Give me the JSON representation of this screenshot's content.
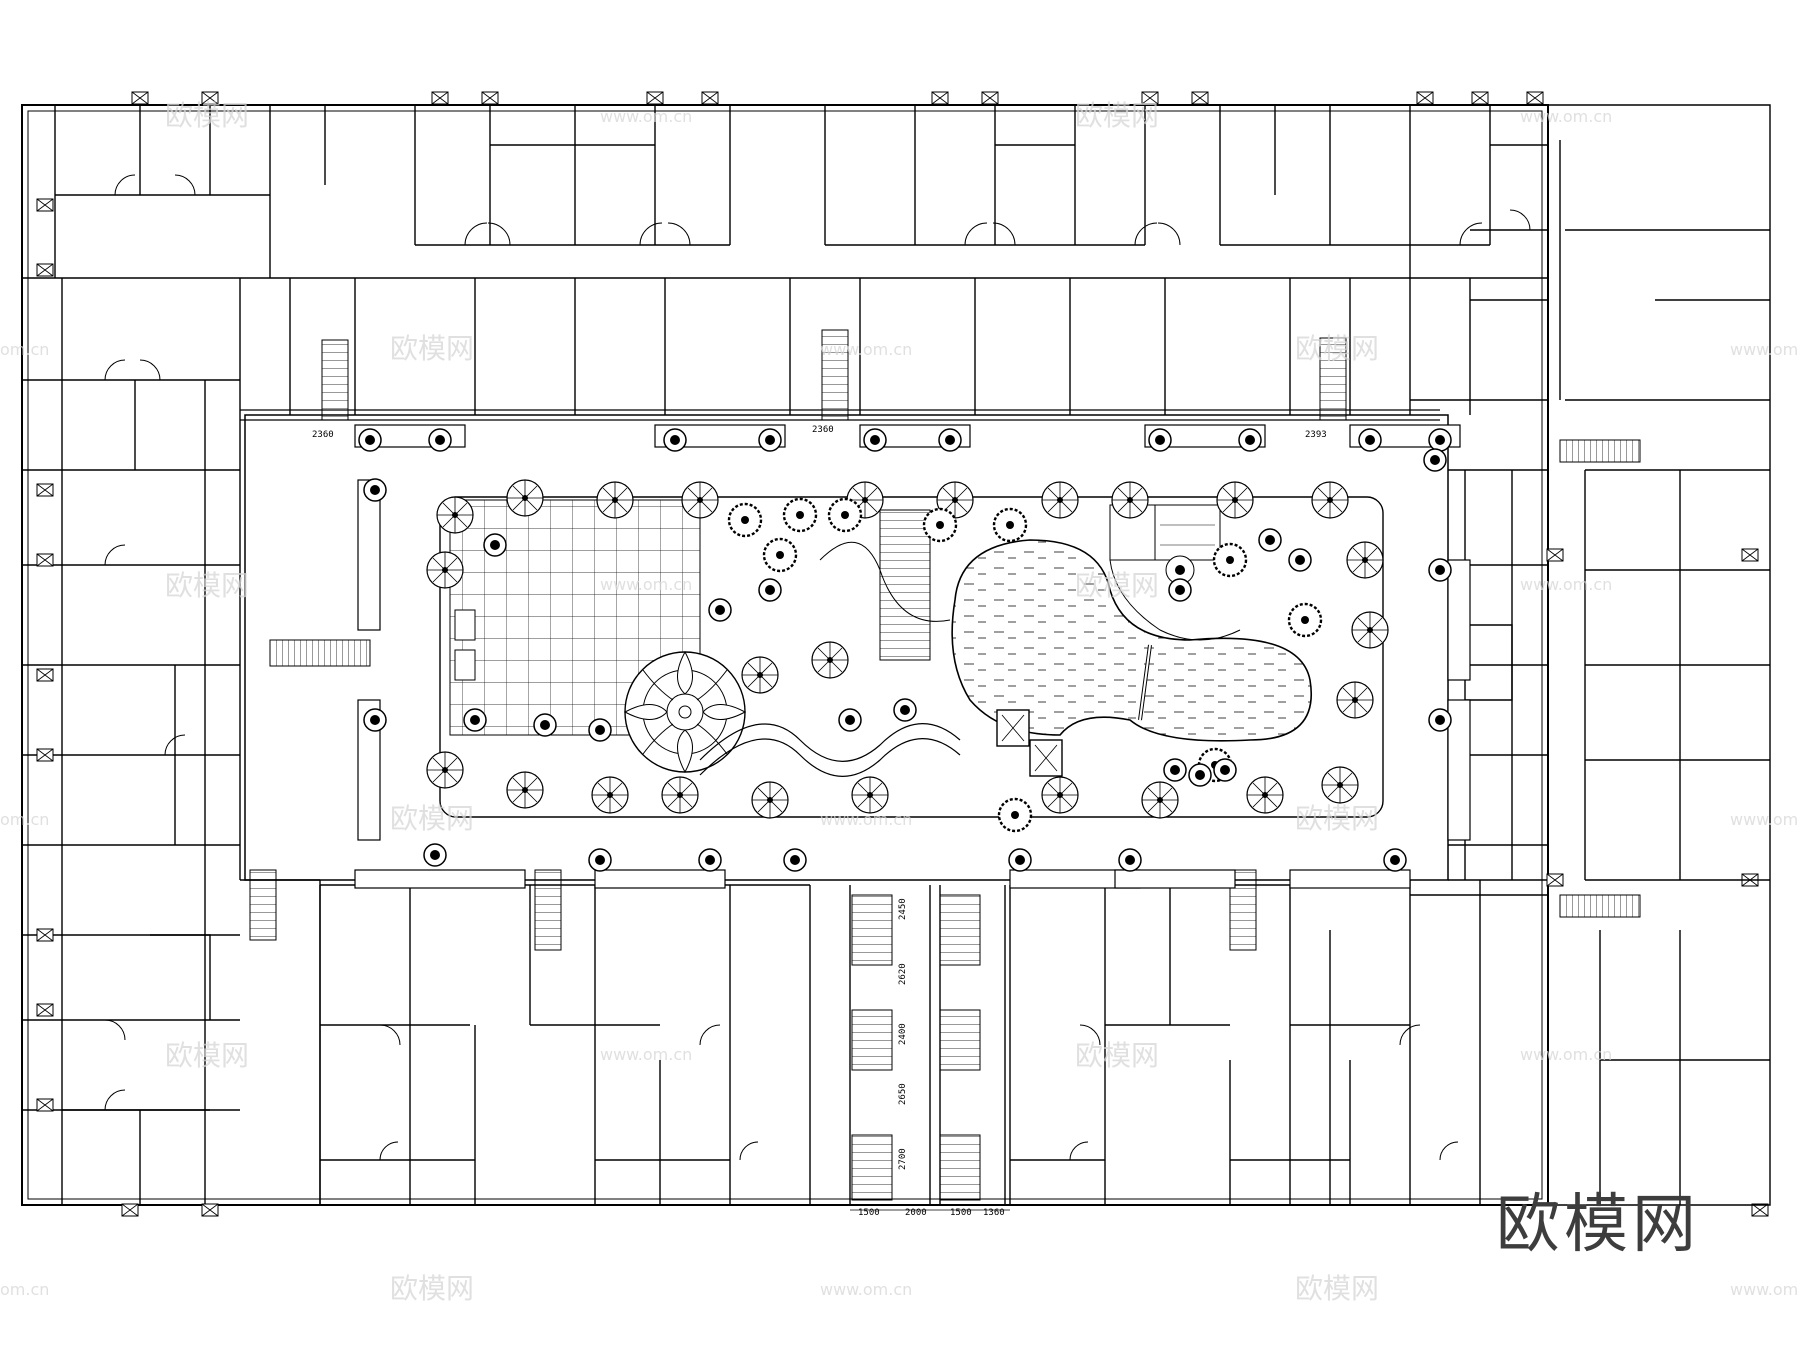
{
  "watermark": {
    "text": "欧模网",
    "url": "www.om.cn",
    "url_short": "om.cn"
  },
  "brand_logo": "欧模网",
  "dimensions": {
    "top_corridor": [
      "2360",
      "2360",
      "2393"
    ],
    "corridor_vertical": [
      "2450",
      "2620",
      "2400",
      "2650",
      "2700"
    ],
    "corridor_bottom": [
      "1500",
      "2000",
      "1500",
      "1360"
    ]
  },
  "colors": {
    "line": "#000000",
    "watermark": "#d6d6d6",
    "background": "#ffffff"
  }
}
